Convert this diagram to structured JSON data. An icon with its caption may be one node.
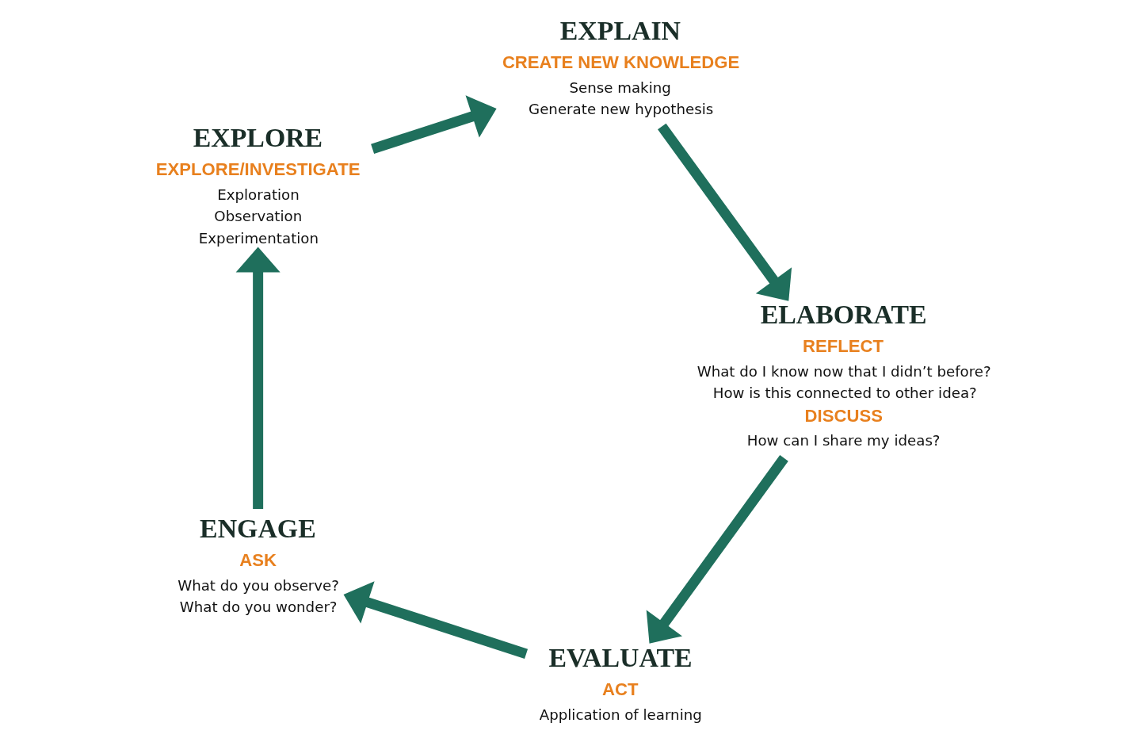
{
  "diagram": {
    "nodes": [
      {
        "text": [
          "EVALUATE",
          "ACT",
          "Application of learning"
        ]
      },
      {
        "text": [
          "ENGAGE",
          "ASK",
          "What do you observe?",
          "What do you wonder?"
        ]
      },
      {
        "text": [
          "ELABORATE",
          "REFLECT",
          "What do I know now that I didn’t before?",
          "How is this connected to other idea?",
          "DISCUSS",
          "How can I share my ideas?"
        ]
      },
      {
        "text": [
          "EXPLORE",
          "EXPLORE/INVESTIGATE",
          "Exploration",
          "Observation",
          "Experimentation"
        ]
      },
      {
        "text": [
          "EXPLAIN",
          "CREATE NEW KNOWLEDGE",
          "Sense making",
          "Generate new hypothesis"
        ]
      }
    ],
    "edges": [
      {
        "from": 0,
        "to": 1,
        "arrow": "to"
      },
      {
        "from": 1,
        "to": 3,
        "arrow": "to"
      },
      {
        "from": 3,
        "to": 4,
        "arrow": "to"
      },
      {
        "from": 4,
        "to": 2,
        "arrow": "to"
      },
      {
        "from": 2,
        "to": 0,
        "arrow": "to"
      }
    ]
  }
}
